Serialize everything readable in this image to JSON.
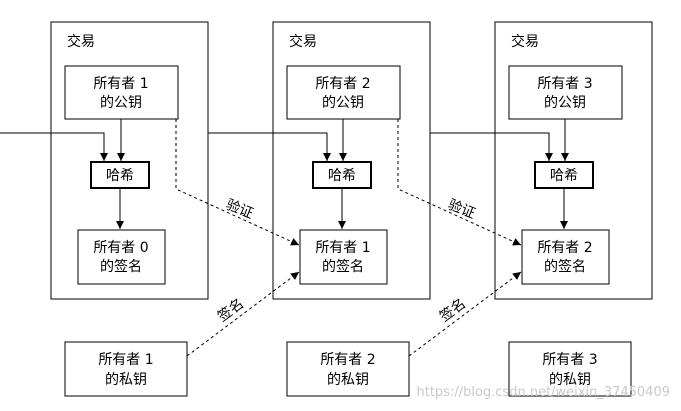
{
  "transactions": [
    {
      "title": "交易",
      "owner_key": [
        "所有者 1",
        "的公钥"
      ],
      "hash": "哈希",
      "signature": [
        "所有者 0",
        "的签名"
      ],
      "verify_label": "",
      "sign_label": ""
    },
    {
      "title": "交易",
      "owner_key": [
        "所有者 2",
        "的公钥"
      ],
      "hash": "哈希",
      "signature": [
        "所有者 1",
        "的签名"
      ],
      "verify_label": "验证",
      "sign_label": "签名"
    },
    {
      "title": "交易",
      "owner_key": [
        "所有者 3",
        "的公钥"
      ],
      "hash": "哈希",
      "signature": [
        "所有者 2",
        "的签名"
      ],
      "verify_label": "验证",
      "sign_label": "签名"
    }
  ],
  "private_keys": [
    [
      "所有者 1",
      "的私钥"
    ],
    [
      "所有者 2",
      "的私钥"
    ],
    [
      "所有者 3",
      "的私钥"
    ]
  ],
  "watermark": "https://blog.csdn.net/weixin_37450409"
}
